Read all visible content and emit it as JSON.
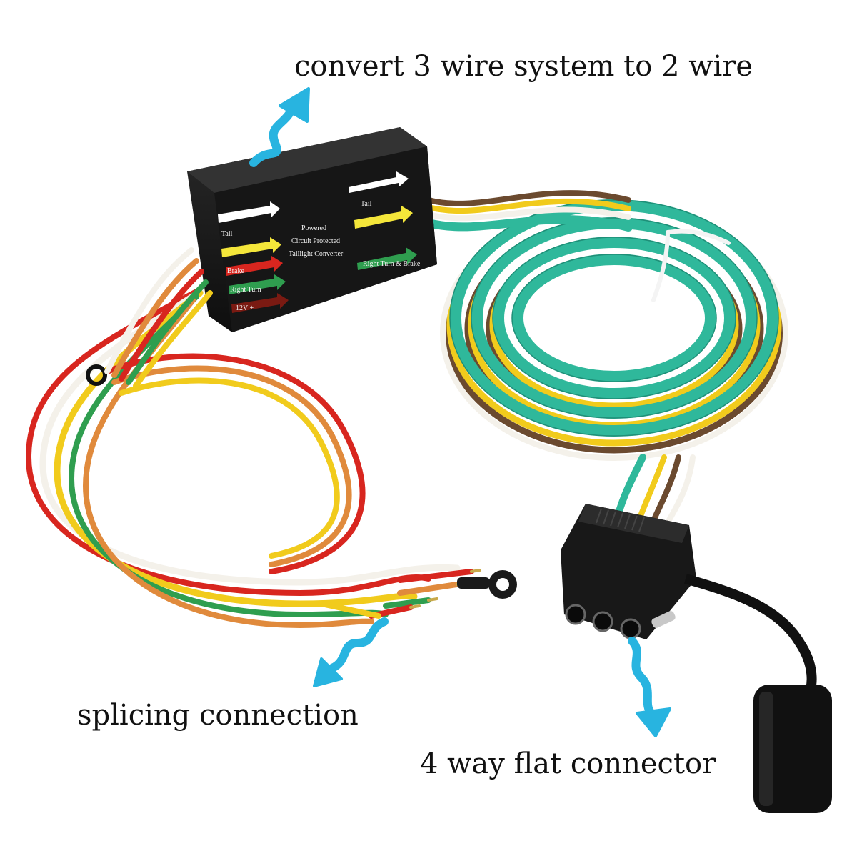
{
  "captions": {
    "top": "convert 3 wire system to 2 wire",
    "left": "splicing connection",
    "right": "4 way flat connector"
  },
  "converter_box": {
    "center_text": [
      "Powered",
      "Circuit Protected",
      "Taillight Converter"
    ],
    "left_labels": [
      "Tail",
      "Brake",
      "Right Turn",
      "12V +"
    ],
    "right_labels": [
      "Tail",
      "Right Turn & Brake"
    ]
  },
  "colors": {
    "accent_arrow": "#28b4e0",
    "box_body": "#1c1c1c",
    "wire_green": "#2fb89b",
    "wire_yellow": "#f1cb1c",
    "wire_brown": "#6b4a2f",
    "wire_white": "#f4f1ea",
    "wire_red": "#d8261f",
    "wire_orange": "#e08a3c"
  }
}
